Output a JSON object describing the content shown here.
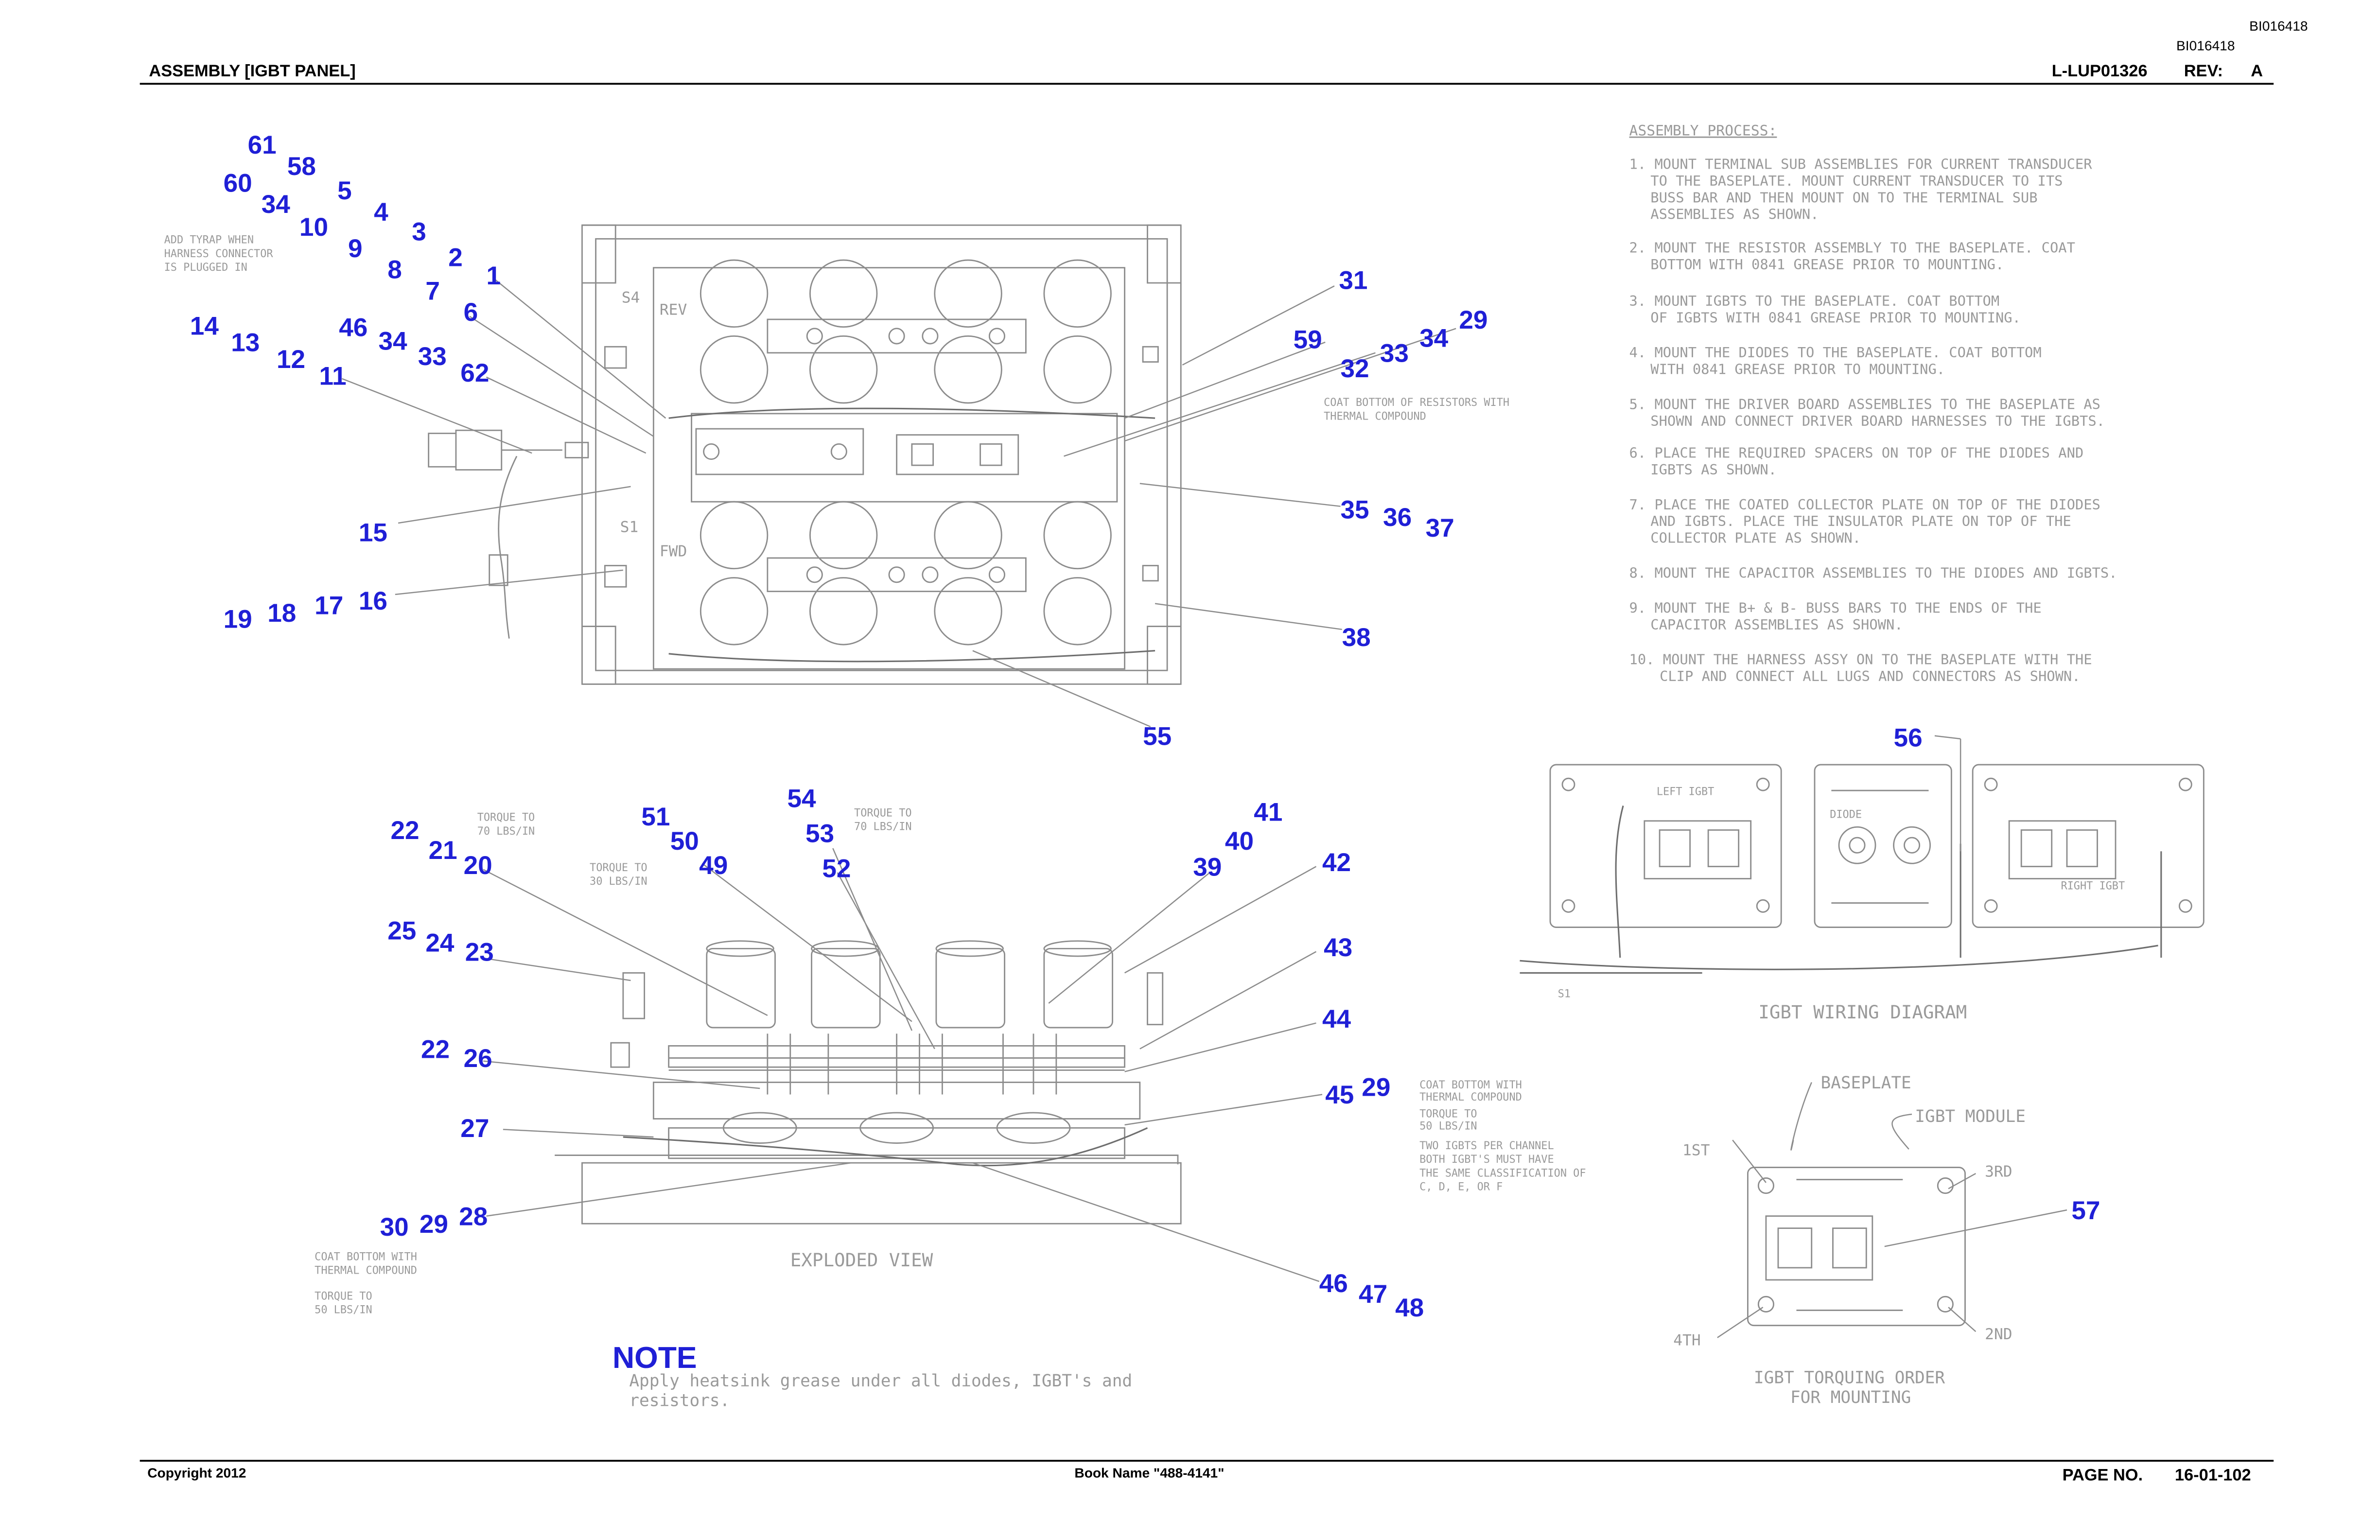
{
  "header": {
    "title": "ASSEMBLY [IGBT PANEL]",
    "doc_id_top": "BI016418",
    "doc_id_top2": "BI016418",
    "drawing_no": "L-LUP01326",
    "rev_label": "REV:",
    "rev_value": "A"
  },
  "footer": {
    "copyright": "Copyright 2012",
    "book_name": "Book Name \"488-4141\"",
    "page_label": "PAGE NO.",
    "page_value": "16-01-102"
  },
  "assembly_process": {
    "heading": "ASSEMBLY PROCESS:",
    "steps": [
      {
        "lines": [
          "1.  MOUNT TERMINAL SUB ASSEMBLIES FOR CURRENT TRANSDUCER",
          "TO THE BASEPLATE. MOUNT CURRENT TRANSDUCER TO ITS",
          "BUSS BAR AND THEN MOUNT ON TO THE TERMINAL SUB",
          "ASSEMBLIES AS SHOWN."
        ]
      },
      {
        "lines": [
          "2.  MOUNT THE RESISTOR ASSEMBLY TO THE BASEPLATE. COAT",
          "BOTTOM WITH 0841 GREASE PRIOR TO MOUNTING."
        ]
      },
      {
        "lines": [
          "3.  MOUNT IGBTS TO THE BASEPLATE. COAT BOTTOM",
          "OF IGBTS WITH 0841 GREASE PRIOR TO MOUNTING."
        ]
      },
      {
        "lines": [
          "4.  MOUNT THE DIODES TO THE BASEPLATE. COAT BOTTOM",
          "WITH 0841 GREASE PRIOR TO MOUNTING."
        ]
      },
      {
        "lines": [
          "5.  MOUNT THE DRIVER BOARD ASSEMBLIES TO THE BASEPLATE AS",
          "SHOWN AND CONNECT DRIVER BOARD HARNESSES TO THE IGBTS."
        ]
      },
      {
        "lines": [
          "6.  PLACE THE REQUIRED SPACERS ON TOP OF THE DIODES AND",
          "IGBTS AS SHOWN."
        ]
      },
      {
        "lines": [
          "7.  PLACE THE COATED COLLECTOR PLATE ON TOP OF THE DIODES",
          "AND IGBTS. PLACE THE INSULATOR PLATE ON TOP OF THE",
          "COLLECTOR PLATE AS SHOWN."
        ]
      },
      {
        "lines": [
          "8.  MOUNT THE CAPACITOR ASSEMBLIES TO THE DIODES AND IGBTS."
        ]
      },
      {
        "lines": [
          "9.  MOUNT THE B+ & B- BUSS BARS TO THE ENDS OF THE",
          "CAPACITOR ASSEMBLIES AS SHOWN."
        ]
      },
      {
        "lines": [
          "10. MOUNT THE HARNESS ASSY ON TO THE BASEPLATE WITH THE",
          "CLIP AND CONNECT ALL LUGS AND CONNECTORS AS SHOWN."
        ]
      }
    ]
  },
  "notes": {
    "harness_note": [
      "ADD TYRAP WHEN",
      "HARNESS CONNECTOR",
      "IS PLUGGED IN"
    ],
    "resistor_note": [
      "COAT BOTTOM OF RESISTORS WITH",
      "THERMAL COMPOUND"
    ],
    "torque_a": [
      "TORQUE TO",
      "70 LBS/IN"
    ],
    "torque_b": [
      "TORQUE TO",
      "30 LBS/IN"
    ],
    "torque_c": [
      "TORQUE TO",
      "70 LBS/IN"
    ],
    "igbt_note": [
      "COAT BOTTOM WITH",
      "THERMAL COMPOUND",
      "TORQUE TO",
      "50 LBS/IN",
      "TWO IGBTS PER CHANNEL",
      "BOTH IGBT'S MUST HAVE",
      "THE SAME CLASSIFICATION OF",
      "C, D, E, OR F"
    ],
    "bottom_note": [
      "COAT BOTTOM WITH",
      "THERMAL COMPOUND",
      "TORQUE TO",
      "50 LBS/IN"
    ],
    "exploded_label": "EXPLODED VIEW",
    "wiring_label": "IGBT WIRING DIAGRAM",
    "torquing_label": [
      "IGBT TORQUING ORDER",
      "FOR MOUNTING"
    ],
    "baseplate_label": "BASEPLATE",
    "igbt_module_label": "IGBT MODULE",
    "order_1st": "1ST",
    "order_2nd": "2ND",
    "order_3rd": "3RD",
    "order_4th": "4TH",
    "note_title": "NOTE",
    "note_body": [
      "Apply heatsink grease under all diodes, IGBT's and",
      "resistors."
    ],
    "panel_marks": {
      "s4": "S4",
      "s1": "S1",
      "rev": "REV",
      "fwd": "FWD"
    },
    "wiring_marks": {
      "left_igbt": "LEFT IGBT",
      "right_igbt": "RIGHT IGBT",
      "diode": "DIODE",
      "s1": "S1"
    }
  },
  "callouts": {
    "top": [
      "61",
      "58",
      "60",
      "34",
      "5",
      "4",
      "10",
      "3",
      "9",
      "2",
      "8",
      "7",
      "1",
      "6",
      "14",
      "13",
      "46",
      "34",
      "33",
      "12",
      "11",
      "62",
      "15",
      "19",
      "18",
      "17",
      "16",
      "31",
      "59",
      "33",
      "34",
      "29",
      "32",
      "35",
      "36",
      "37",
      "38",
      "55"
    ],
    "mid": [
      "22",
      "21",
      "20",
      "51",
      "50",
      "49",
      "54",
      "53",
      "52",
      "41",
      "40",
      "39",
      "42",
      "25",
      "24",
      "23",
      "43",
      "22",
      "26",
      "44",
      "27",
      "45",
      "29",
      "30",
      "29",
      "28",
      "46",
      "47",
      "48",
      "56",
      "57"
    ]
  }
}
